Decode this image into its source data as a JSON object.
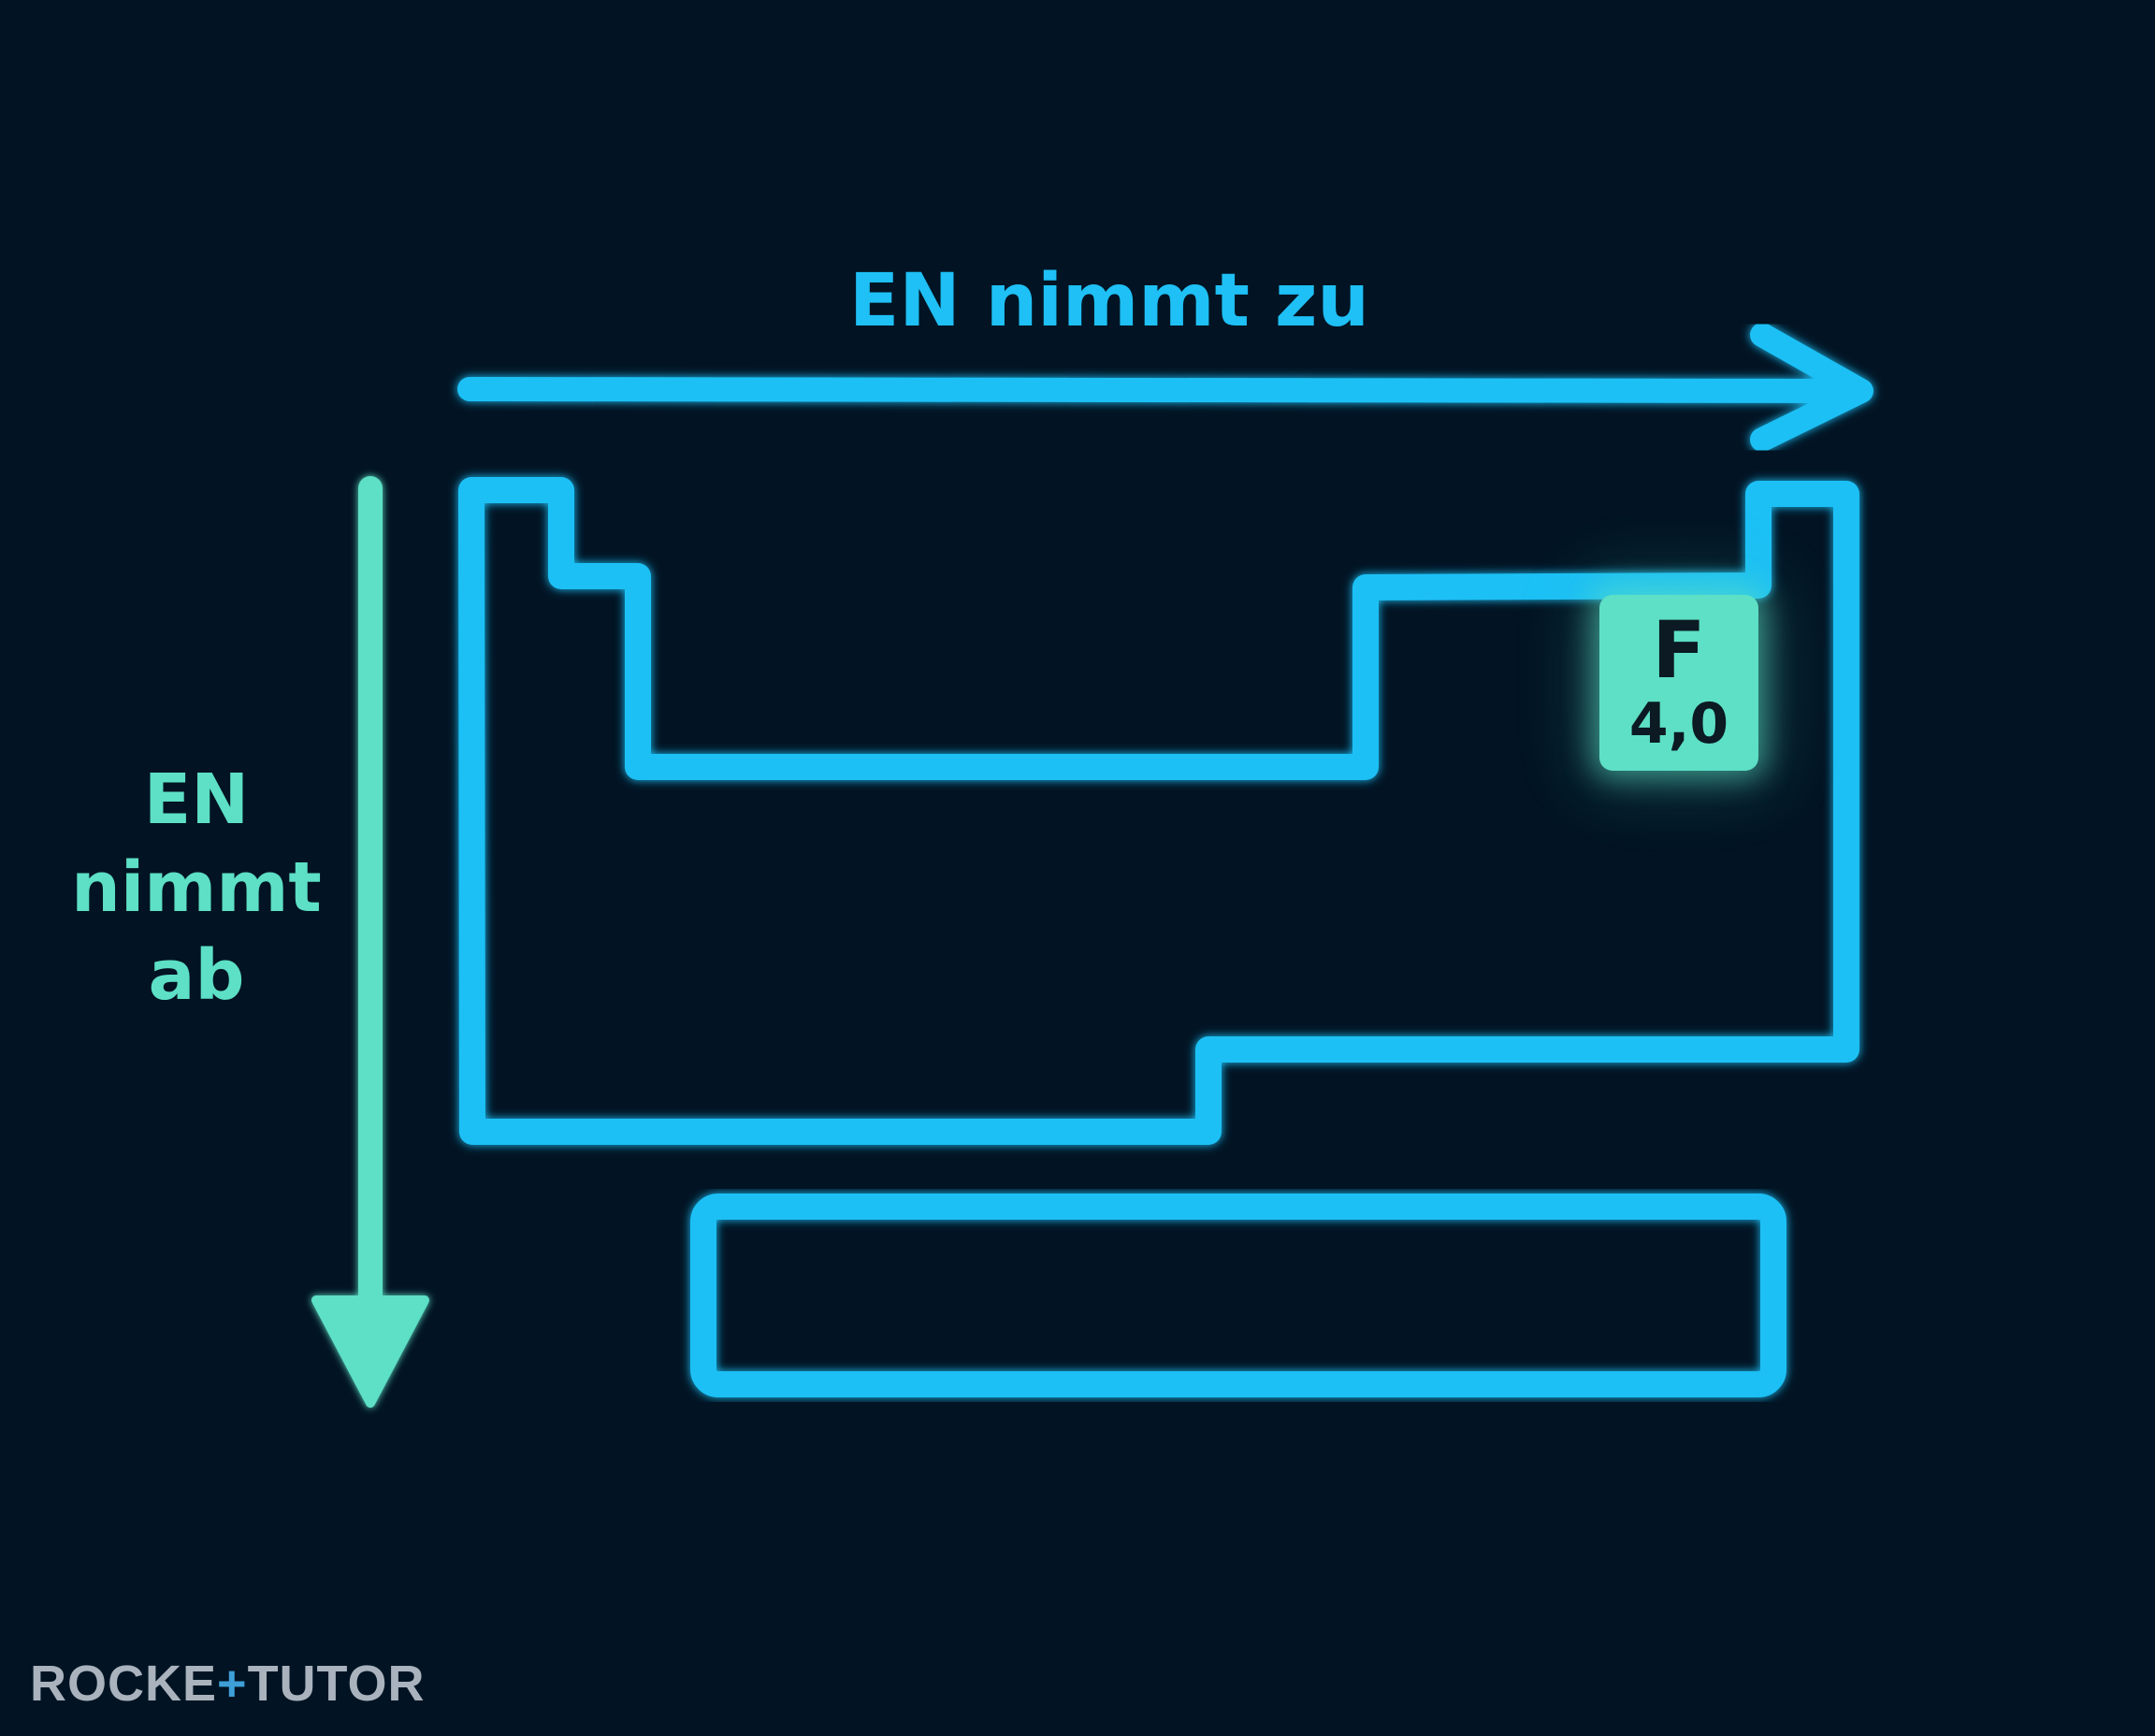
{
  "diagram": {
    "horizontal_label": "EN nimmt zu",
    "vertical_label_lines": [
      "EN",
      "nimmt",
      "ab"
    ],
    "highlighted_element": {
      "symbol": "F",
      "value": "4,0"
    }
  },
  "logo": {
    "text_before": "ROCKE",
    "text_after": "TUTOR"
  },
  "colors": {
    "background": "#021424",
    "outline": "#1ec0f5",
    "horizontal_arrow": "#1ec0f5",
    "vertical_arrow": "#5de0c5",
    "horizontal_label": "#1ec0f5",
    "vertical_label": "#5de0c5",
    "highlight_tile": "#5de0c5"
  },
  "icons": {
    "horizontal_arrow": "arrow-right-icon",
    "vertical_arrow": "arrow-down-icon"
  }
}
